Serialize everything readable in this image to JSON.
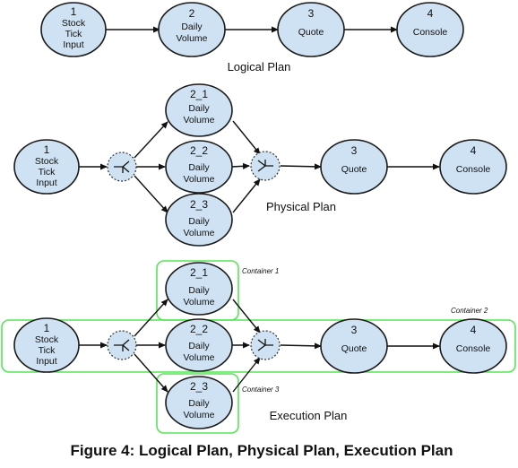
{
  "logical": {
    "label": "Logical Plan",
    "nodes": {
      "stock": {
        "num": "1",
        "l1": "Stock",
        "l2": "Tick",
        "l3": "Input"
      },
      "daily": {
        "num": "2",
        "l1": "Daily",
        "l2": "Volume"
      },
      "quote": {
        "num": "3",
        "l1": "Quote"
      },
      "console": {
        "num": "4",
        "l1": "Console"
      }
    }
  },
  "physical": {
    "label": "Physical Plan",
    "nodes": {
      "stock": {
        "num": "1",
        "l1": "Stock",
        "l2": "Tick",
        "l3": "Input"
      },
      "d1": {
        "num": "2_1",
        "l1": "Daily",
        "l2": "Volume"
      },
      "d2": {
        "num": "2_2",
        "l1": "Daily",
        "l2": "Volume"
      },
      "d3": {
        "num": "2_3",
        "l1": "Daily",
        "l2": "Volume"
      },
      "quote": {
        "num": "3",
        "l1": "Quote"
      },
      "console": {
        "num": "4",
        "l1": "Console"
      }
    }
  },
  "execution": {
    "label": "Execution Plan",
    "containers": {
      "c1": "Container 1",
      "c2": "Container 2",
      "c3": "Container 3"
    },
    "nodes": {
      "stock": {
        "num": "1",
        "l1": "Stock",
        "l2": "Tick",
        "l3": "Input"
      },
      "d1": {
        "num": "2_1",
        "l1": "Daily",
        "l2": "Volume"
      },
      "d2": {
        "num": "2_2",
        "l1": "Daily",
        "l2": "Volume"
      },
      "d3": {
        "num": "2_3",
        "l1": "Daily",
        "l2": "Volume"
      },
      "quote": {
        "num": "3",
        "l1": "Quote"
      },
      "console": {
        "num": "4",
        "l1": "Console"
      }
    }
  },
  "caption": "Figure 4: Logical Plan, Physical Plan, Execution Plan",
  "colors": {
    "node_fill": "#cfe2f3",
    "container_stroke": "#55e655"
  }
}
